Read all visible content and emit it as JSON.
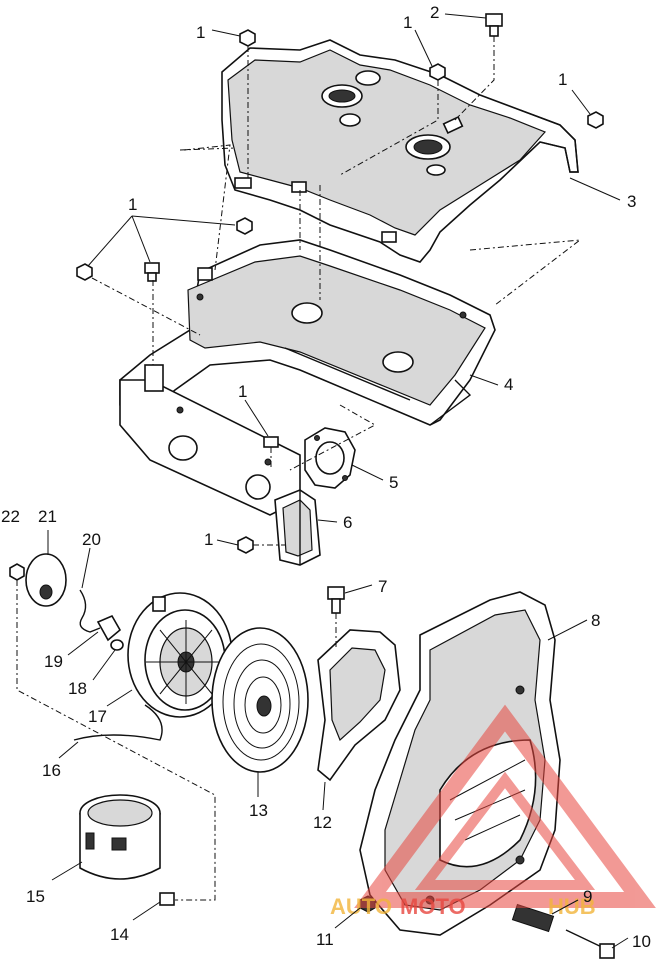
{
  "callouts": [
    "1",
    "2",
    "1",
    "1",
    "3",
    "1",
    "4",
    "1",
    "5",
    "1",
    "6",
    "22",
    "21",
    "20",
    "7",
    "8",
    "19",
    "18",
    "17",
    "16",
    "13",
    "12",
    "15",
    "14",
    "11",
    "9",
    "10"
  ],
  "watermark": {
    "text_a": "AUTO",
    "text_b": "MOTO",
    "text_c": "HUB",
    "color": "#e8473f",
    "accent": "#f2b53a"
  }
}
